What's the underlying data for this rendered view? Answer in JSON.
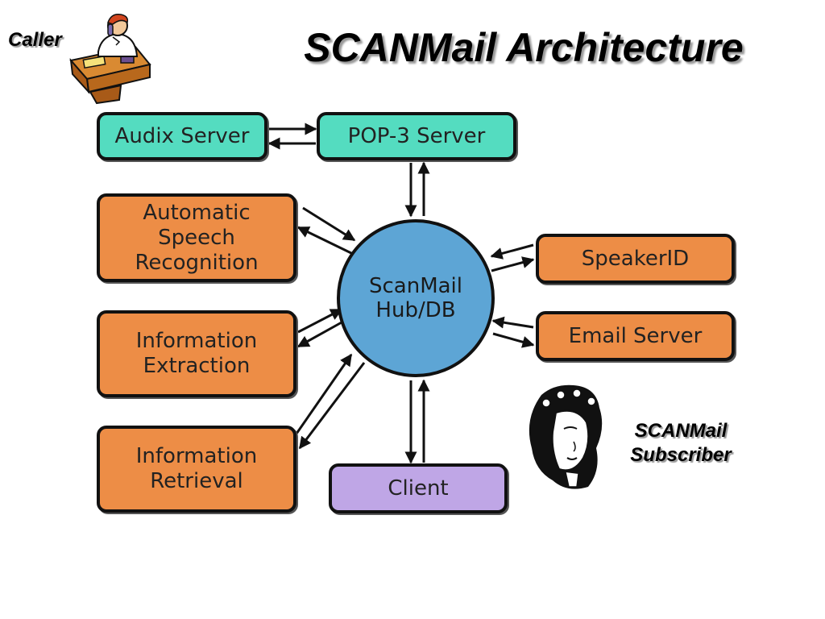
{
  "title": "SCANMail Architecture",
  "caller": {
    "label": "Caller"
  },
  "subscriber": {
    "label_lines": [
      "SCANMail",
      "Subscriber"
    ]
  },
  "hub": {
    "lines": [
      "ScanMail",
      "Hub/DB"
    ],
    "color": "#5da5d5"
  },
  "nodes": {
    "audix": {
      "lines": [
        "Audix Server"
      ],
      "color": "#54dcc0"
    },
    "pop3": {
      "lines": [
        "POP-3 Server"
      ],
      "color": "#54dcc0"
    },
    "asr": {
      "lines": [
        "Automatic",
        "Speech",
        "Recognition"
      ],
      "color": "#ed8d46"
    },
    "ie": {
      "lines": [
        "Information",
        "Extraction"
      ],
      "color": "#ed8d46"
    },
    "ir": {
      "lines": [
        "Information",
        "Retrieval"
      ],
      "color": "#ed8d46"
    },
    "speakerid": {
      "lines": [
        "SpeakerID"
      ],
      "color": "#ed8d46"
    },
    "email": {
      "lines": [
        "Email Server"
      ],
      "color": "#ed8d46"
    },
    "client": {
      "lines": [
        "Client"
      ],
      "color": "#bfa6e6"
    }
  },
  "connections": [
    {
      "a": "audix",
      "b": "pop3",
      "direction": "bidirectional"
    },
    {
      "a": "pop3",
      "b": "hub",
      "direction": "bidirectional"
    },
    {
      "a": "asr",
      "b": "hub",
      "direction": "bidirectional"
    },
    {
      "a": "ie",
      "b": "hub",
      "direction": "bidirectional"
    },
    {
      "a": "ir",
      "b": "hub",
      "direction": "bidirectional"
    },
    {
      "a": "speakerid",
      "b": "hub",
      "direction": "bidirectional"
    },
    {
      "a": "email",
      "b": "hub",
      "direction": "bidirectional"
    },
    {
      "a": "client",
      "b": "hub",
      "direction": "bidirectional"
    }
  ]
}
